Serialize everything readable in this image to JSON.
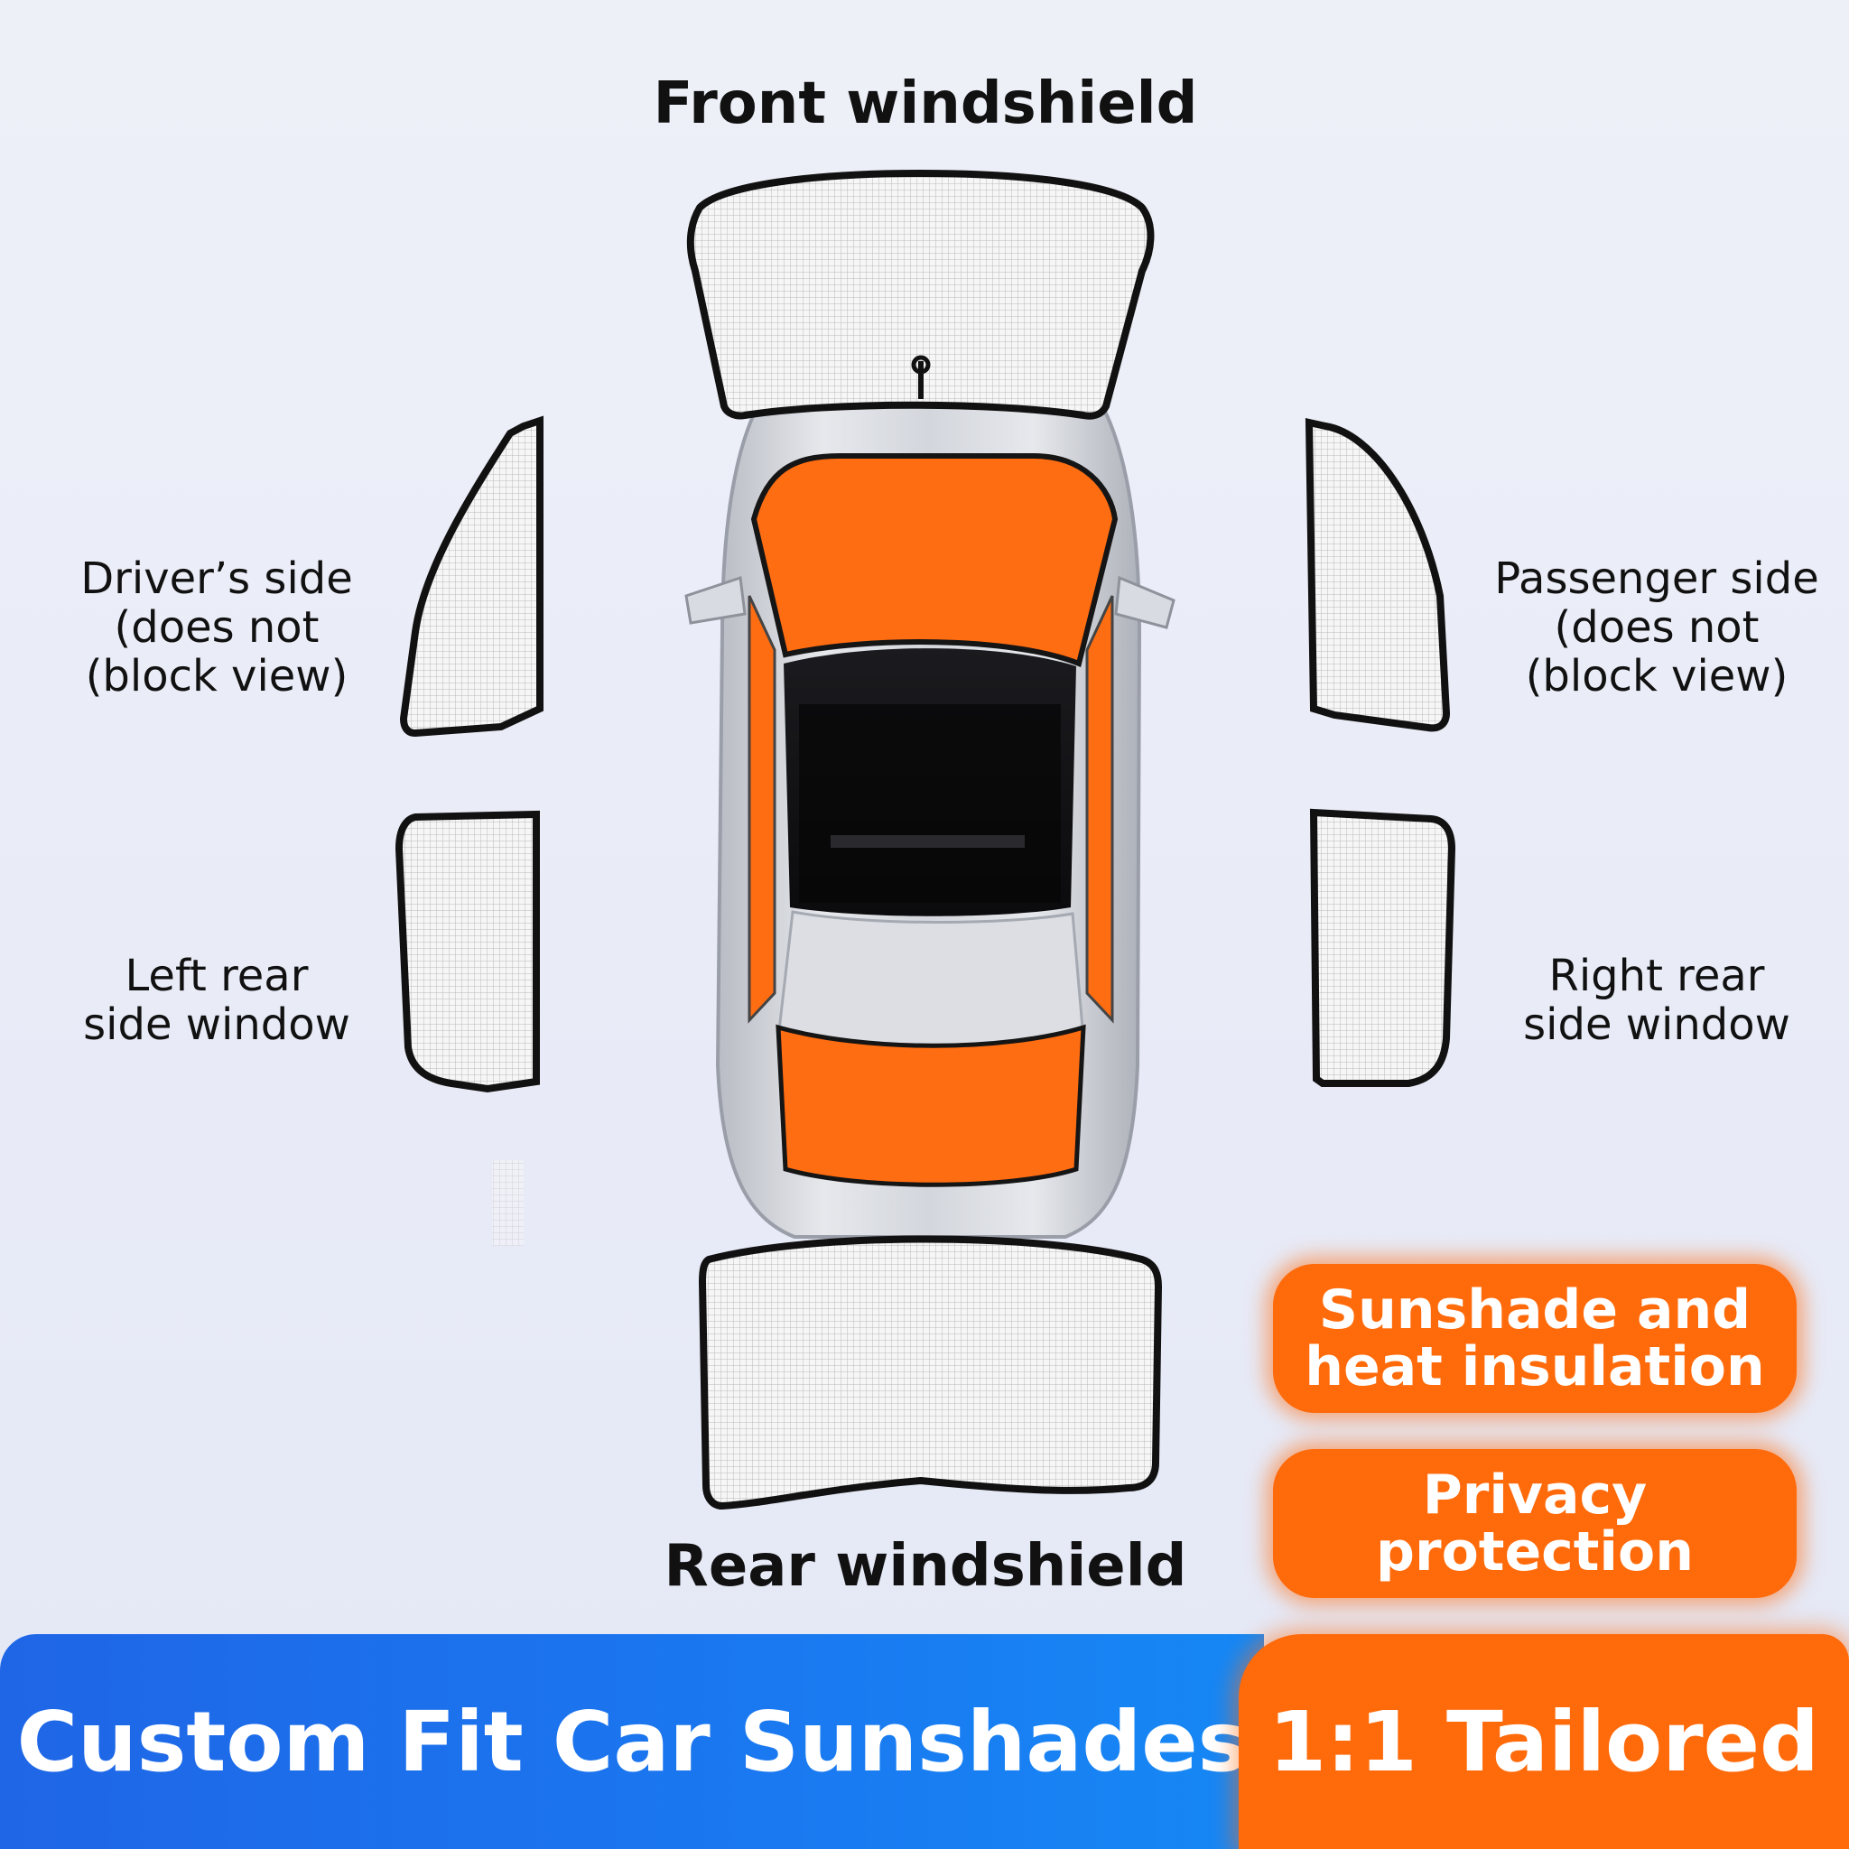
{
  "labels": {
    "front": "Front windshield",
    "rear": "Rear windshield",
    "driver": [
      "Driver’s side",
      "(does not",
      "(block view)"
    ],
    "passenger": [
      "Passenger side",
      "(does not",
      "(block view)"
    ],
    "left_rear": [
      "Left rear",
      "side window"
    ],
    "right_rear": [
      "Right rear",
      "side window"
    ]
  },
  "badges": {
    "sunshade": [
      "Sunshade and",
      "heat insulation"
    ],
    "privacy": [
      "Privacy",
      "protection"
    ]
  },
  "banner": {
    "title": "Custom Fit Car Sunshades",
    "tag": "1:1 Tailored"
  },
  "colors": {
    "accent_orange": "#ff6a0a",
    "banner_blue": "#1a73ea",
    "car_silver": "#c9ccd3",
    "shade_fill": "#f4f4f4",
    "outline": "#111111"
  },
  "icons": [
    "car-top-view-illustration",
    "sunshade-panel-icon"
  ]
}
